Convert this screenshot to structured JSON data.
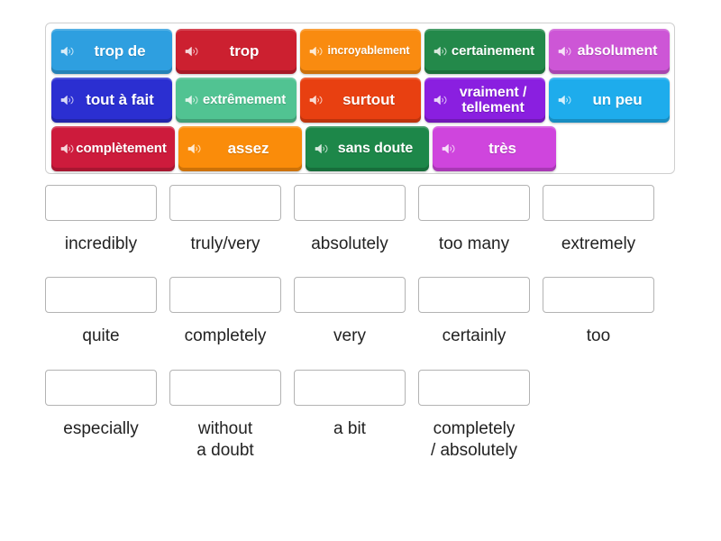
{
  "bank": {
    "speaker_icon": "speaker-icon",
    "rows": [
      [
        {
          "label": "trop de",
          "color": "#2e9fe0",
          "size": "fs-17"
        },
        {
          "label": "trop",
          "color": "#cc2030",
          "size": "fs-17"
        },
        {
          "label": "incroyablement",
          "color": "#f98b10",
          "size": "fs-13"
        },
        {
          "label": "certainement",
          "color": "#23894a",
          "size": "fs-15"
        },
        {
          "label": "absolument",
          "color": "#cd56d6",
          "size": "fs-16"
        }
      ],
      [
        {
          "label": "tout à fait",
          "color": "#2b2fd1",
          "size": "fs-17"
        },
        {
          "label": "extrêmement",
          "color": "#51c392",
          "size": "fs-15"
        },
        {
          "label": "surtout",
          "color": "#e84011",
          "size": "fs-17"
        },
        {
          "label": "vraiment /\ntellement",
          "color": "#8a1fe0",
          "size": "fs-16"
        },
        {
          "label": "un peu",
          "color": "#1eacec",
          "size": "fs-17"
        }
      ],
      [
        {
          "label": "complètement",
          "color": "#cd1b3c",
          "size": "fs-15"
        },
        {
          "label": "assez",
          "color": "#fa8c0a",
          "size": "fs-17"
        },
        {
          "label": "sans doute",
          "color": "#1d8749",
          "size": "fs-16"
        },
        {
          "label": "très",
          "color": "#cf45dd",
          "size": "fs-17"
        }
      ]
    ]
  },
  "answers": {
    "rows": [
      [
        {
          "label": "incredibly",
          "value": ""
        },
        {
          "label": "truly/very",
          "value": ""
        },
        {
          "label": "absolutely",
          "value": ""
        },
        {
          "label": "too many",
          "value": ""
        },
        {
          "label": "extremely",
          "value": ""
        }
      ],
      [
        {
          "label": "quite",
          "value": ""
        },
        {
          "label": "completely",
          "value": ""
        },
        {
          "label": "very",
          "value": ""
        },
        {
          "label": "certainly",
          "value": ""
        },
        {
          "label": "too",
          "value": ""
        }
      ],
      [
        {
          "label": "especially",
          "value": ""
        },
        {
          "label": "without\na doubt",
          "value": ""
        },
        {
          "label": "a bit",
          "value": ""
        },
        {
          "label": "completely\n/ absolutely",
          "value": ""
        }
      ]
    ]
  },
  "colors": {
    "page_background": "#ffffff",
    "bank_border": "#cfcfcf",
    "drop_box_border": "#b3b3b3",
    "label_text": "#222222",
    "tile_text": "#ffffff"
  }
}
